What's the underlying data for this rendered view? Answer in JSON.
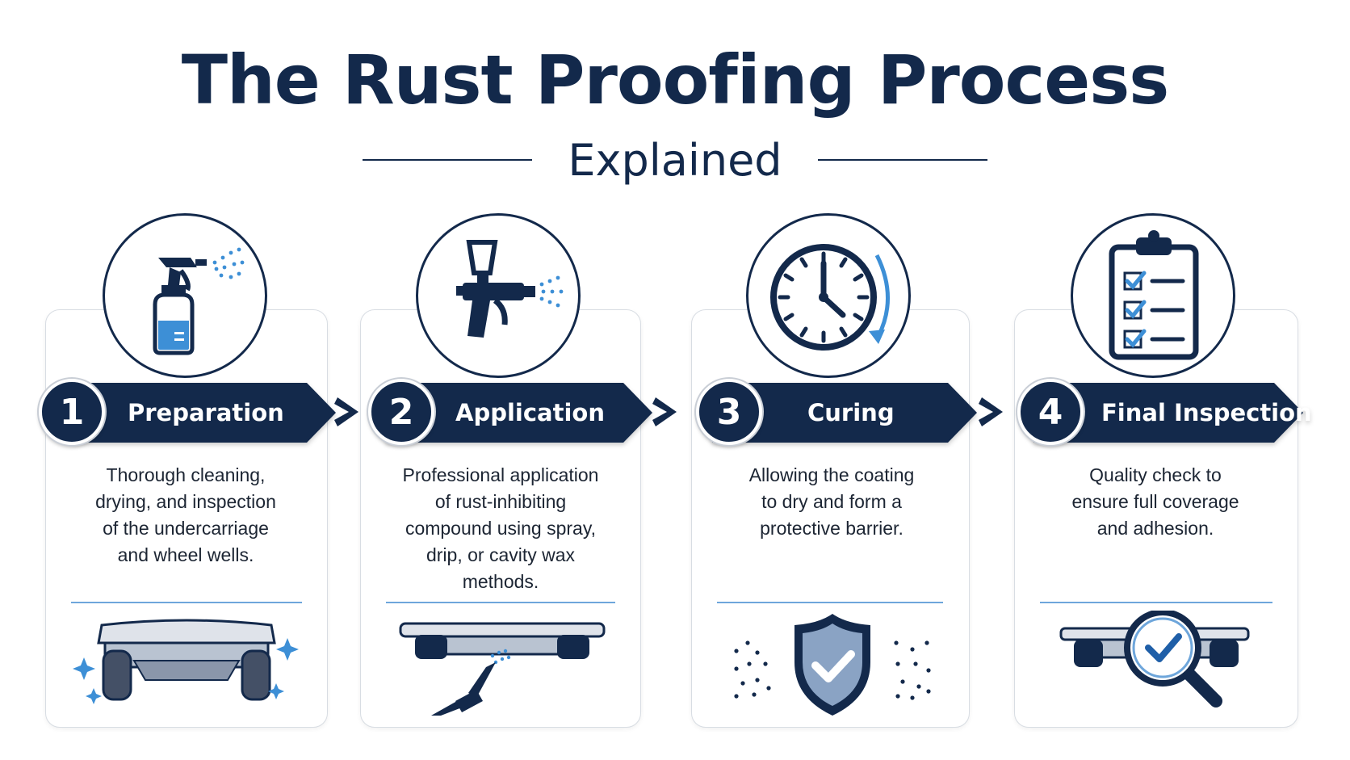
{
  "title": "The Rust Proofing Process",
  "subtitle": "Explained",
  "colors": {
    "navy": "#13294b",
    "accent": "#3d8fd6",
    "light_blue": "#6ea6db",
    "card_border": "#d8dde3"
  },
  "steps": [
    {
      "number": "1",
      "label": "Preparation",
      "icon": "spray-bottle-icon",
      "bottom_icon": "clean-undercarriage-icon",
      "description": "Thorough cleaning,\ndrying, and inspection\nof the undercarriage\nand wheel wells."
    },
    {
      "number": "2",
      "label": "Application",
      "icon": "spray-gun-icon",
      "bottom_icon": "spray-wand-undercarriage-icon",
      "description": "Professional application\nof rust-inhibiting\ncompound using spray,\ndrip, or cavity wax\nmethods."
    },
    {
      "number": "3",
      "label": "Curing",
      "icon": "clock-icon",
      "bottom_icon": "shield-check-icon",
      "description": "Allowing the coating\nto dry and form a\nprotective barrier."
    },
    {
      "number": "4",
      "label": "Final Inspection",
      "icon": "clipboard-checklist-icon",
      "bottom_icon": "magnifier-check-icon",
      "description": "Quality check to\nensure full coverage\nand adhesion."
    }
  ]
}
